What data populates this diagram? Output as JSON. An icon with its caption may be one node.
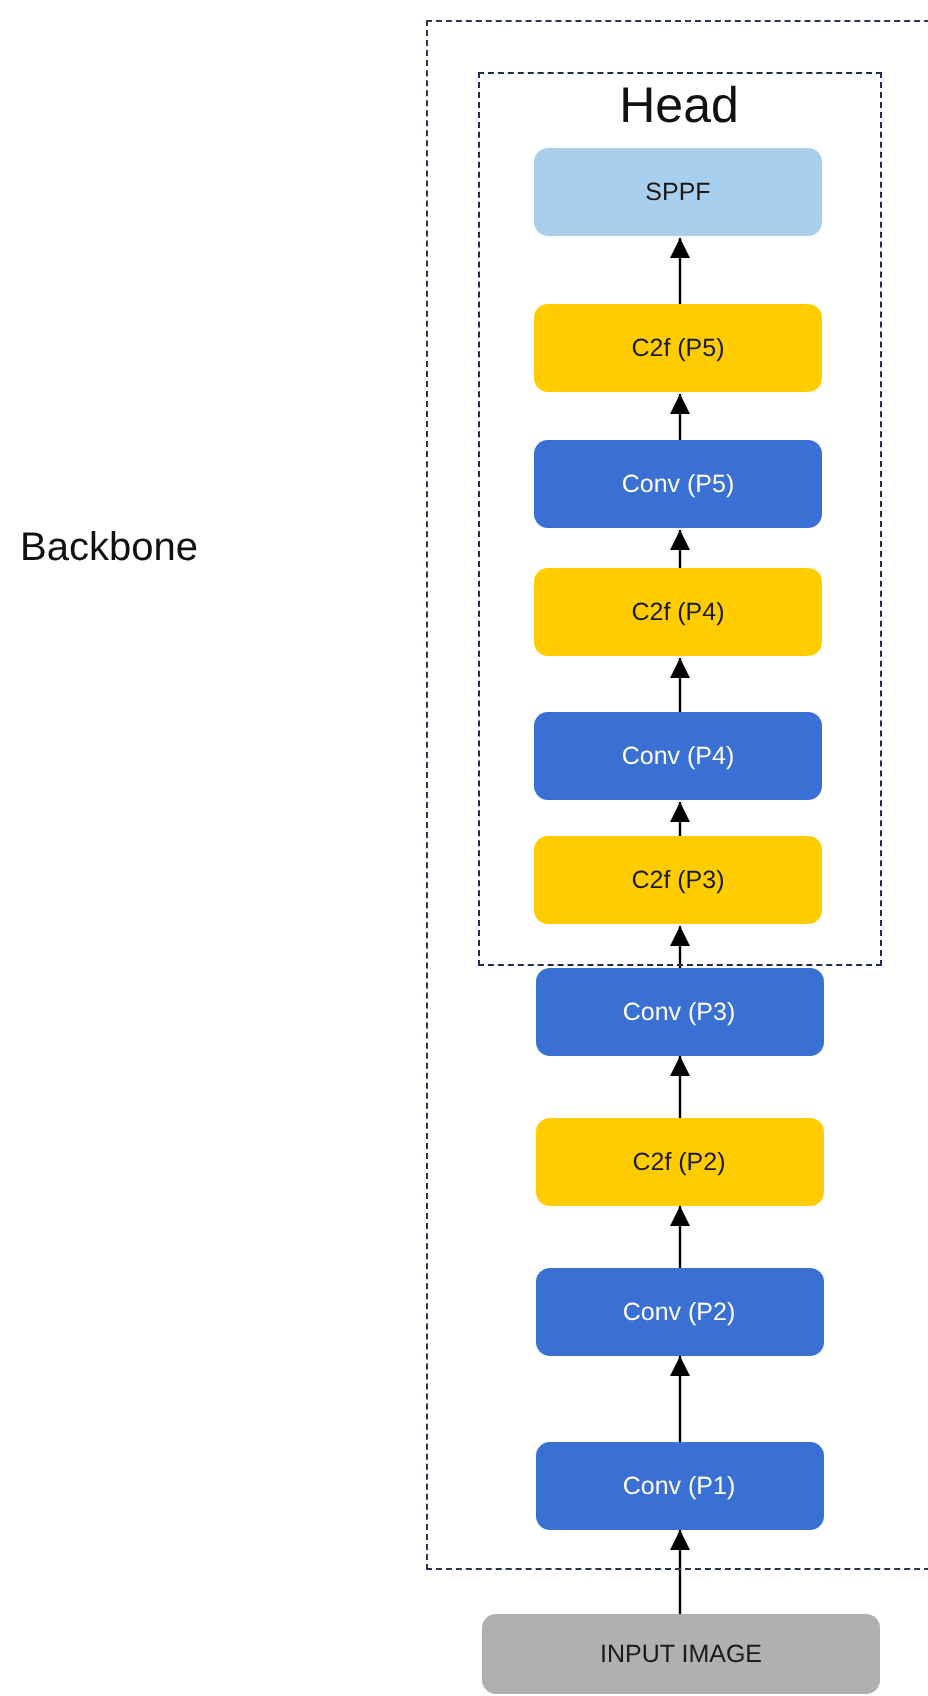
{
  "diagram": {
    "nodes": [
      {
        "text": [],
        "shape": "box"
      },
      {
        "text": [
          "Head"
        ],
        "in": 0
      },
      {
        "text": [
          "SPPF"
        ],
        "in": 1
      },
      {
        "text": [
          "C2f (P5)"
        ],
        "in": 1
      },
      {
        "text": [
          "Conv (P5)"
        ],
        "in": 1
      },
      {
        "text": [
          "C2f (P4)"
        ],
        "in": 1
      },
      {
        "text": [
          "Conv (P4)"
        ],
        "in": 1
      },
      {
        "text": [
          "C2f (P3)"
        ],
        "in": 1
      },
      {
        "text": [
          "Conv (P3)"
        ],
        "in": 0
      },
      {
        "text": [
          "C2f (P2)"
        ],
        "in": 0
      },
      {
        "text": [
          "Conv (P2)"
        ],
        "in": 0
      },
      {
        "text": [
          "Conv (P1)"
        ],
        "in": 0
      },
      {
        "text": [
          "INPUT IMAGE"
        ]
      }
    ],
    "edges": [
      {
        "from": 12,
        "to": 11,
        "arrow": "to"
      },
      {
        "from": 11,
        "to": 10,
        "arrow": "to"
      },
      {
        "from": 10,
        "to": 9,
        "arrow": "to"
      },
      {
        "from": 9,
        "to": 8,
        "arrow": "to"
      },
      {
        "from": 8,
        "to": 7,
        "arrow": "to"
      },
      {
        "from": 7,
        "to": 6,
        "arrow": "to"
      },
      {
        "from": 6,
        "to": 5,
        "arrow": "to"
      },
      {
        "from": 5,
        "to": 4,
        "arrow": "to"
      },
      {
        "from": 4,
        "to": 3,
        "arrow": "to"
      },
      {
        "from": 3,
        "to": 2,
        "arrow": "to"
      }
    ],
    "labels": [
      "Backbone"
    ]
  }
}
